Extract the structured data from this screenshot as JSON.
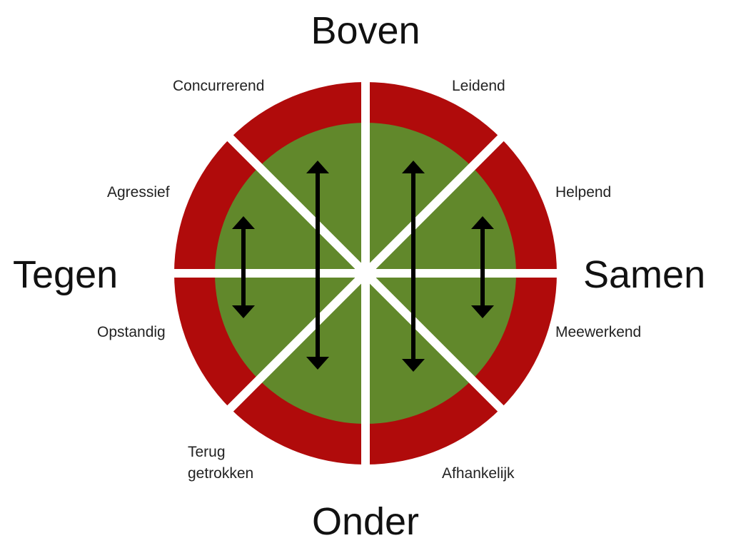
{
  "axes": {
    "top": "Boven",
    "bottom": "Onder",
    "left": "Tegen",
    "right": "Samen"
  },
  "segments": [
    {
      "id": "concurrerend",
      "lines": [
        "Concurrerend"
      ]
    },
    {
      "id": "leidend",
      "lines": [
        "Leidend"
      ]
    },
    {
      "id": "helpend",
      "lines": [
        "Helpend"
      ]
    },
    {
      "id": "agressief",
      "lines": [
        "Agressief"
      ]
    },
    {
      "id": "opstandig",
      "lines": [
        "Opstandig"
      ]
    },
    {
      "id": "meewerkend",
      "lines": [
        "Meewerkend"
      ]
    },
    {
      "id": "teruggetrokken",
      "lines": [
        "Terug",
        "getrokken"
      ]
    },
    {
      "id": "afhankelijk",
      "lines": [
        "Afhankelijk"
      ]
    }
  ],
  "colors": {
    "outer_ring": "#b00b0b",
    "inner_disc": "#61882b",
    "dividers": "#ffffff",
    "arrows": "#000000",
    "text": "#111111"
  }
}
